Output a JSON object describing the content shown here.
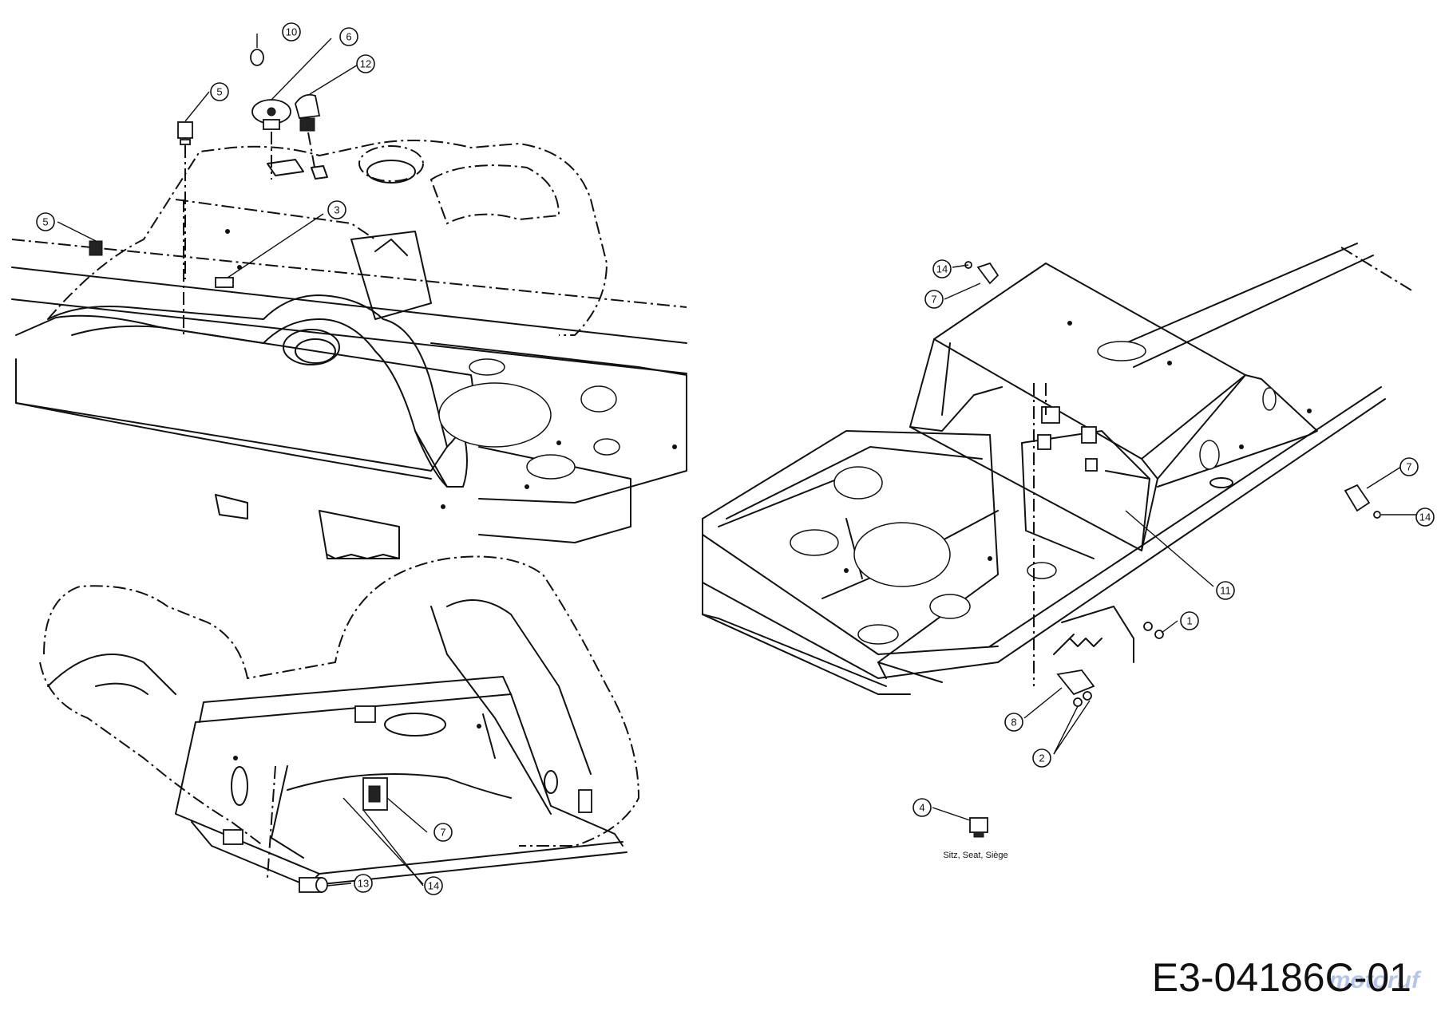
{
  "drawing_code": "E3-04186C-01",
  "watermark": "motoruf",
  "seat_caption": "Sitz, Seat, Siège",
  "callouts": {
    "top_left": [
      "10",
      "6",
      "12",
      "5",
      "5",
      "3"
    ],
    "bottom_left": [
      "7",
      "13",
      "14"
    ],
    "right": [
      "14",
      "7",
      "7",
      "14",
      "11",
      "1",
      "8",
      "2",
      "4"
    ]
  }
}
